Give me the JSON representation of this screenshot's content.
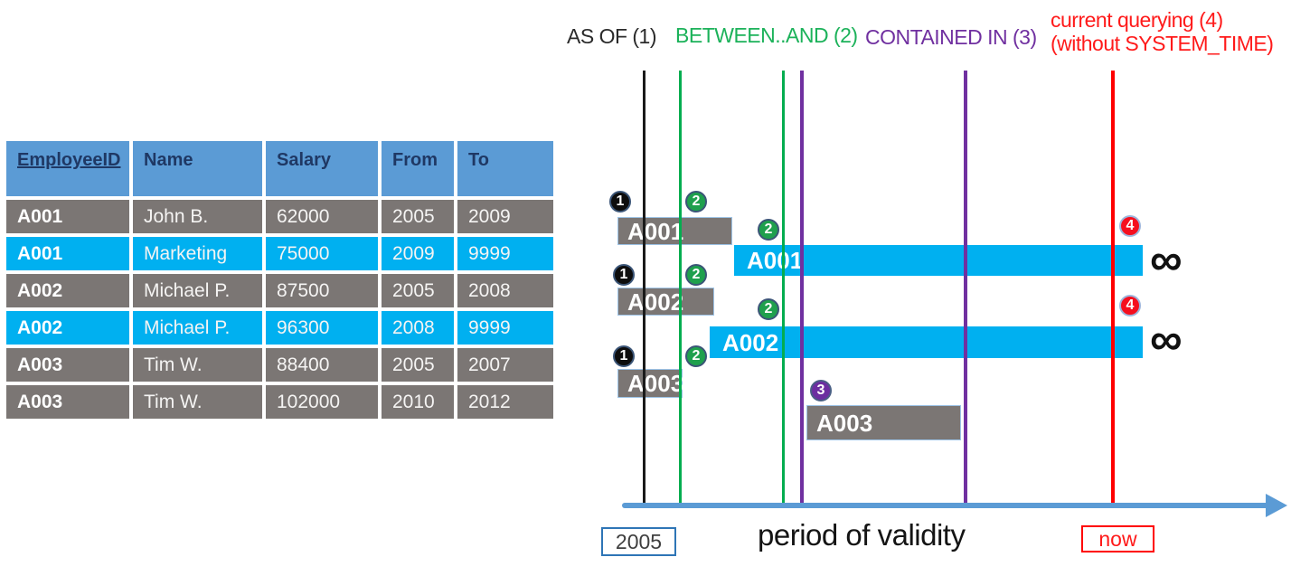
{
  "table": {
    "headers": [
      "EmployeeID",
      "Name",
      "Salary",
      "From",
      "To"
    ],
    "rows": [
      {
        "cells": [
          "A001",
          "John B.",
          "62000",
          "2005",
          "2009"
        ],
        "style": "gray"
      },
      {
        "cells": [
          "A001",
          "Marketing",
          "75000",
          "2009",
          "9999"
        ],
        "style": "cyan"
      },
      {
        "cells": [
          "A002",
          "Michael P.",
          "87500",
          "2005",
          "2008"
        ],
        "style": "gray"
      },
      {
        "cells": [
          "A002",
          "Michael P.",
          "96300",
          "2008",
          "9999"
        ],
        "style": "cyan"
      },
      {
        "cells": [
          "A003",
          "Tim W.",
          "88400",
          "2005",
          "2007"
        ],
        "style": "gray"
      },
      {
        "cells": [
          "A003",
          "Tim W.",
          "102000",
          "2010",
          "2012"
        ],
        "style": "gray"
      }
    ]
  },
  "legend": [
    {
      "label": "AS OF (1)",
      "color": "#2B2B2B"
    },
    {
      "label": "BETWEEN..AND (2)",
      "color": "#1CB25A"
    },
    {
      "label": "CONTAINED IN (3)",
      "color": "#7030A0"
    },
    {
      "label": "current querying (4)",
      "label2": "(without SYSTEM_TIME)",
      "color": "#FF1A1A"
    }
  ],
  "diagram": {
    "bars": [
      {
        "label": "A001",
        "kind": "history"
      },
      {
        "label": "A001",
        "kind": "current"
      },
      {
        "label": "A002",
        "kind": "history"
      },
      {
        "label": "A002",
        "kind": "current"
      },
      {
        "label": "A003",
        "kind": "history"
      },
      {
        "label": "A003",
        "kind": "history"
      }
    ],
    "badges": [
      {
        "number": "1"
      },
      {
        "number": "2"
      },
      {
        "number": "2"
      },
      {
        "number": "1"
      },
      {
        "number": "2"
      },
      {
        "number": "2"
      },
      {
        "number": "1"
      },
      {
        "number": "2"
      },
      {
        "number": "3"
      },
      {
        "number": "4"
      },
      {
        "number": "4"
      }
    ],
    "infinity": "∞",
    "axis": {
      "start_label": "2005",
      "title": "period of validity",
      "now_label": "now"
    }
  },
  "colors": {
    "table_header_blue": "#5B9BD5",
    "row_gray": "#7B7674",
    "row_cyan": "#00B0F0",
    "header_text_navy": "#1F3864",
    "line_black": "#1A1A1A",
    "line_green": "#04AD50",
    "line_purple": "#7030A0",
    "line_red": "#FF0000",
    "axis_blue": "#5B9BD5"
  }
}
